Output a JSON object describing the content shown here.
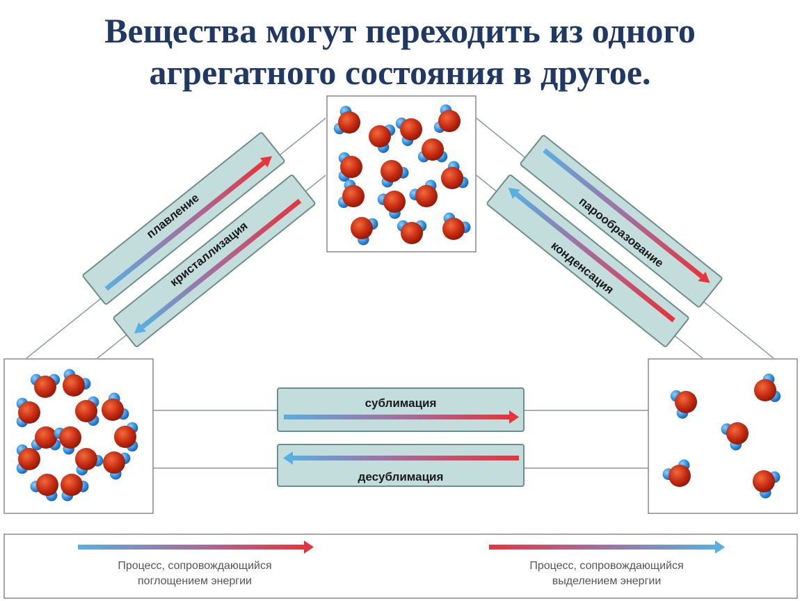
{
  "title": {
    "line1": "Вещества могут переходить из одного",
    "line2": "агрегатного состояния в другое."
  },
  "processes": {
    "melting": "плавление",
    "crystallization": "кристаллизация",
    "vaporization": "парообразование",
    "condensation": "конденсация",
    "sublimation": "сублимация",
    "desublimation": "десублимация"
  },
  "legend": {
    "absorb_line1": "Процесс, сопровождающийся",
    "absorb_line2": "поглощением энергии",
    "release_line1": "Процесс, сопровождающийся",
    "release_line2": "выделением энергии"
  },
  "colors": {
    "title": "#1f3864",
    "panel_fill": "#c3dcdc",
    "panel_border": "#6d8c8c",
    "arrow_cold": "#5aaee0",
    "arrow_hot": "#e8333a",
    "oxygen": "#c0290f",
    "hydrogen": "#2f8fe0"
  }
}
